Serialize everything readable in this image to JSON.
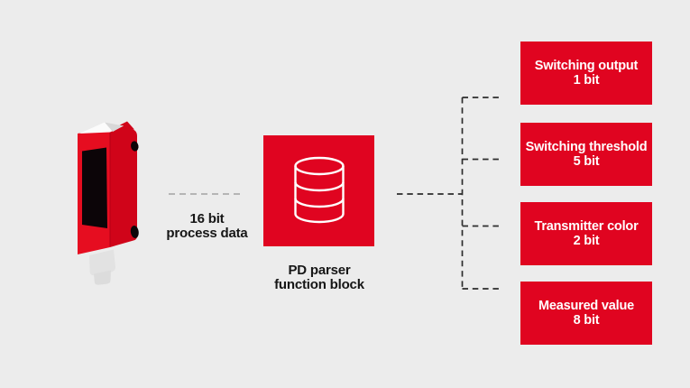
{
  "colors": {
    "background": "#ececec",
    "brand_red": "#e00420",
    "box_text": "#ffffff",
    "label_text": "#161616",
    "connector_dark": "#2d2d2d",
    "connector_light": "#b5b5b5",
    "sensor_front_red": "#e60d20",
    "sensor_side_red": "#d00419",
    "sensor_window": "#0c0508",
    "sensor_cap": "#fbfbfb",
    "sensor_connector": "#e2e2e2"
  },
  "sensor": {
    "icon": "photoelectric-sensor-icon"
  },
  "input_link": {
    "line1": "16 bit",
    "line2": "process data"
  },
  "parser_block": {
    "icon": "database-icon",
    "caption_line1": "PD parser",
    "caption_line2": "function block"
  },
  "outputs": [
    {
      "title": "Switching output",
      "bits": "1 bit"
    },
    {
      "title": "Switching threshold",
      "bits": "5 bit"
    },
    {
      "title": "Transmitter color",
      "bits": "2 bit"
    },
    {
      "title": "Measured value",
      "bits": "8 bit"
    }
  ]
}
